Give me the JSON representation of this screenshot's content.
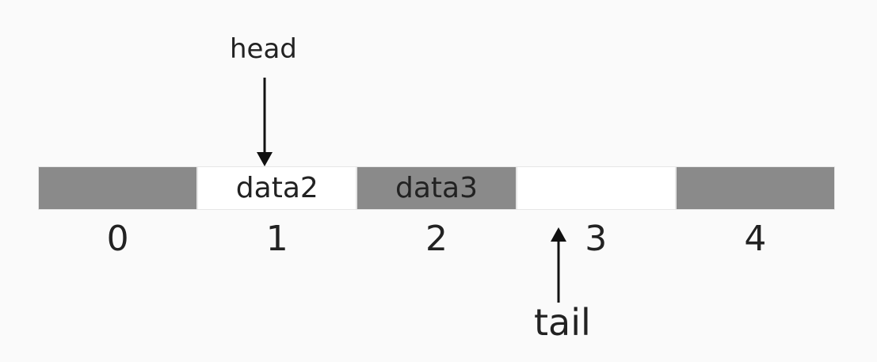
{
  "colors": {
    "filled_cell": "#8a8a8a",
    "empty_cell": "#ffffff",
    "stroke": "#111111",
    "background": "#fafafa"
  },
  "queue": {
    "cells": [
      {
        "value": "",
        "filled": true
      },
      {
        "value": "data2",
        "filled": false
      },
      {
        "value": "data3",
        "filled": true
      },
      {
        "value": "",
        "filled": false
      },
      {
        "value": "",
        "filled": true
      }
    ],
    "indices": [
      "0",
      "1",
      "2",
      "3",
      "4"
    ]
  },
  "pointers": {
    "head": {
      "label": "head",
      "index": 1,
      "direction": "down"
    },
    "tail": {
      "label": "tail",
      "index": 3,
      "direction": "up"
    }
  }
}
